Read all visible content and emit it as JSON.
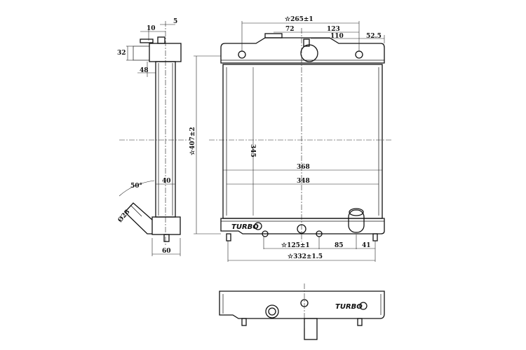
{
  "drawing": {
    "top_dims": {
      "overall_mount": "☆265±1",
      "cap_offset": "72",
      "right_offset": "123",
      "inlet_offset": "110",
      "edge_offset": "52.5"
    },
    "side_dims": {
      "d10": "10",
      "d5": "5",
      "d32": "32",
      "d48": "48",
      "angle": "50°",
      "d40": "40",
      "dia": "Ø28",
      "d60": "60"
    },
    "front_dims": {
      "height": "☆407±2",
      "core_height": "345",
      "width_outer": "368",
      "width_core": "348"
    },
    "bottom_dims": {
      "mount": "☆125±1",
      "d85": "85",
      "d41": "41",
      "overall": "☆332±1.5"
    },
    "logo_text": "TURBO"
  }
}
